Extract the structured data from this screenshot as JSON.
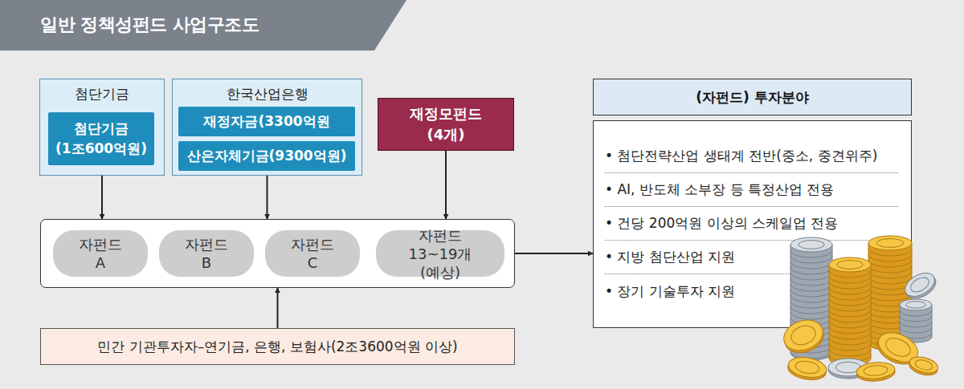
{
  "diagram": {
    "title": "일반 정책성펀드 사업구조도",
    "nodes": [
      {
        "text": [
          "첨단기금"
        ]
      },
      {
        "text": [
          "첨단기금 (1조600억원)"
        ],
        "in": 0
      },
      {
        "text": [
          "한국산업은행"
        ]
      },
      {
        "text": [
          "재정자금(3300억원"
        ],
        "in": 2
      },
      {
        "text": [
          "산은자체기금(9300억원)"
        ],
        "in": 2
      },
      {
        "text": [
          "재정모펀드 (4개)"
        ]
      },
      {
        "text": []
      },
      {
        "text": [
          "자펀드 A"
        ],
        "in": 6
      },
      {
        "text": [
          "자펀드 B"
        ],
        "in": 6
      },
      {
        "text": [
          "자펀드 C"
        ],
        "in": 6
      },
      {
        "text": [
          "자펀드 13~19개(예상)"
        ],
        "in": 6
      },
      {
        "text": [
          "민간 기관투자자–연기금, 은행, 보험사(2조3600억원 이상)"
        ]
      },
      {
        "text": [
          "(자펀드) 투자분야"
        ]
      },
      {
        "text": [
          "• 첨단전략산업 생태계 전반(중소, 중견위주)",
          "• AI, 반도체 소부장 등 특정산업 전용",
          "• 건당 200억원 이상의 스케일업 전용",
          "• 지방 첨단산업 지원",
          "• 장기 기술투자 지원"
        ]
      }
    ],
    "edges": [
      {
        "from": 0,
        "to": 6,
        "arrow": "to"
      },
      {
        "from": 2,
        "to": 6,
        "arrow": "to"
      },
      {
        "from": 5,
        "to": 6,
        "arrow": "to"
      },
      {
        "from": 11,
        "to": 6,
        "arrow": "to"
      },
      {
        "from": 6,
        "to": 13,
        "arrow": "to"
      }
    ]
  }
}
